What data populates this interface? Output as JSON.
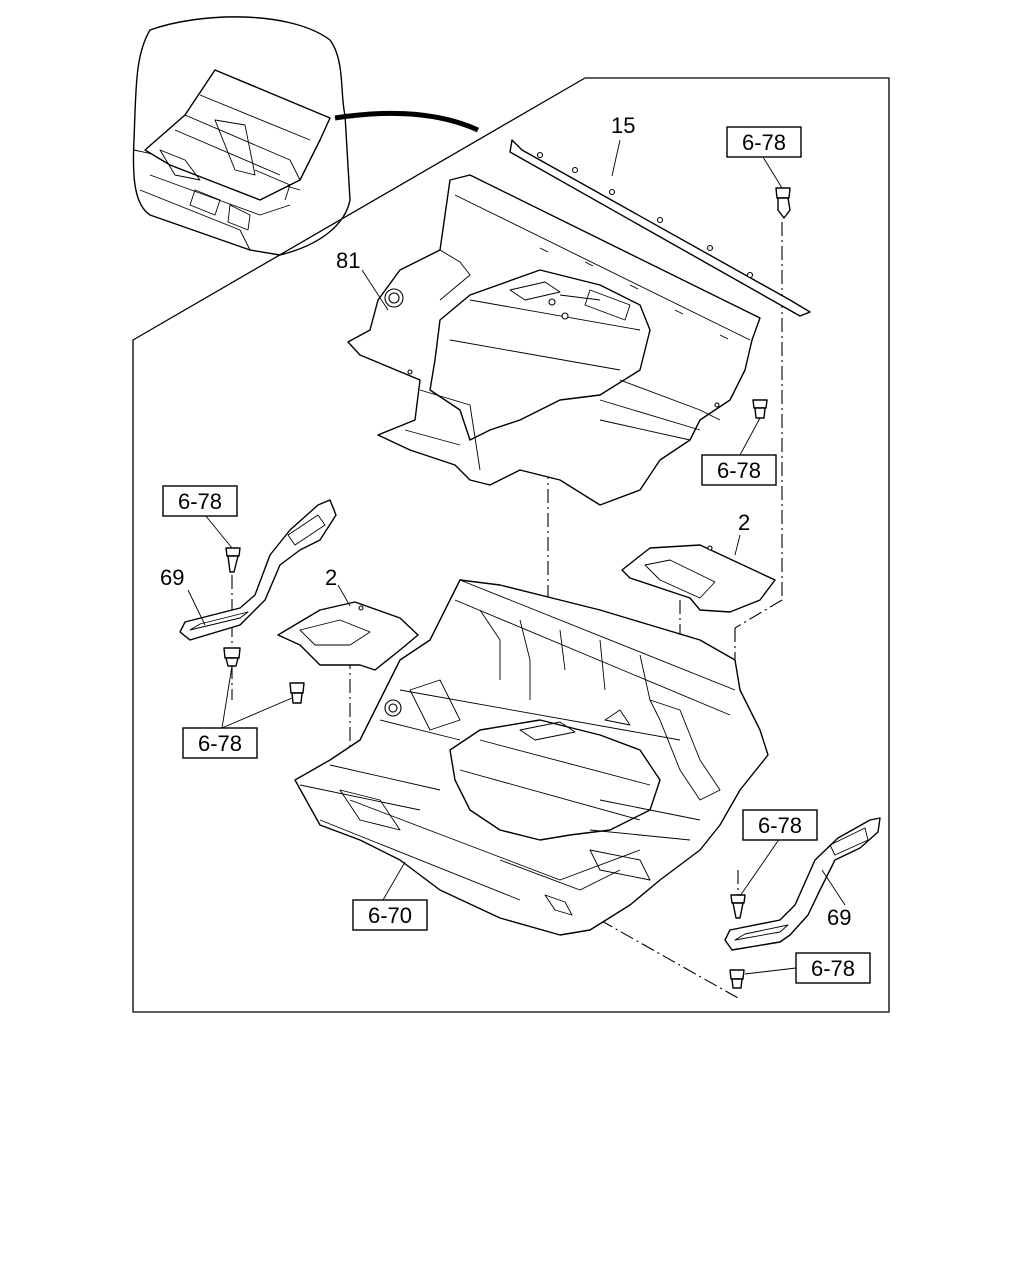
{
  "callouts": {
    "part_15": "15",
    "part_81": "81",
    "part_2_right": "2",
    "part_2_left": "2",
    "part_69_left": "69",
    "part_69_right": "69"
  },
  "references": {
    "ref_top_right": "6-78",
    "ref_mid_right": "6-78",
    "ref_left_upper": "6-78",
    "ref_left_lower": "6-78",
    "ref_right_lower": "6-78",
    "ref_bottom_right": "6-78",
    "ref_floor": "6-70"
  }
}
